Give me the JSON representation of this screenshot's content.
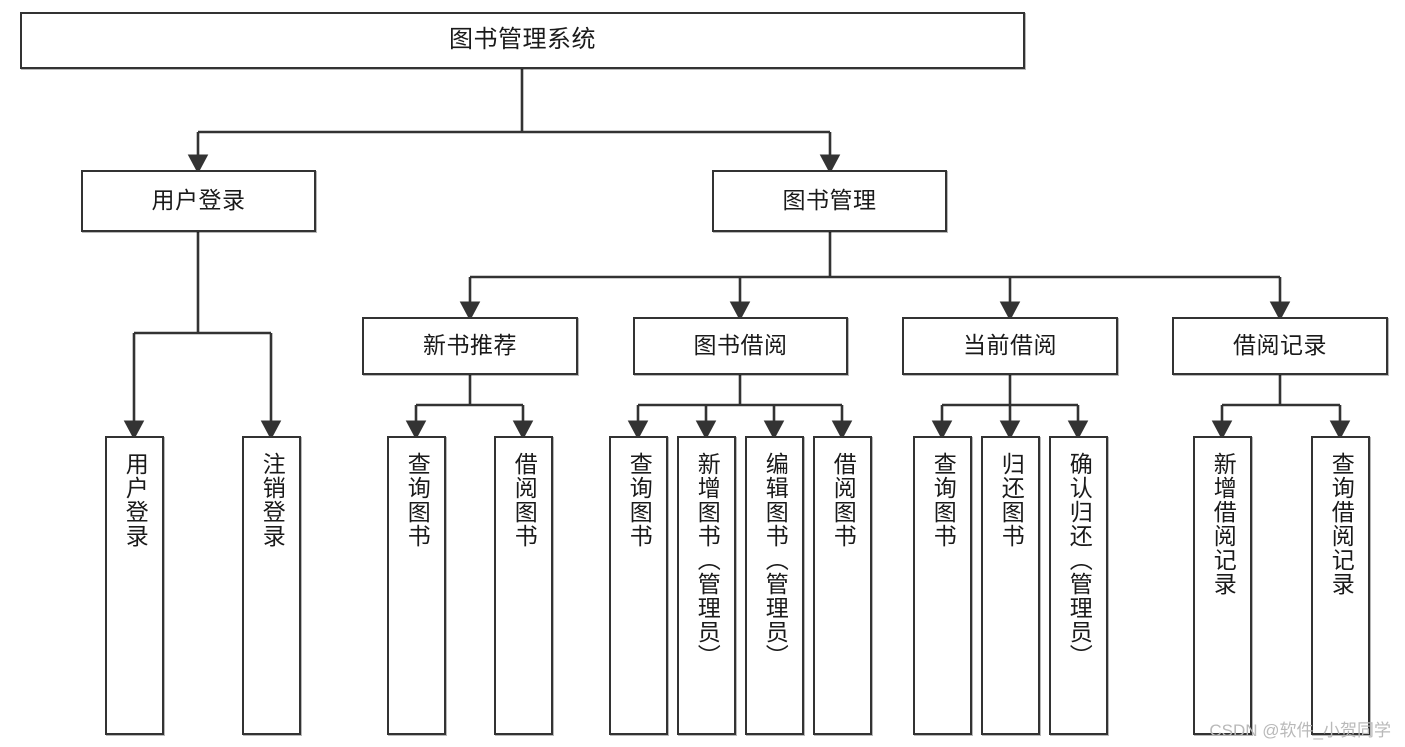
{
  "diagram": {
    "type": "tree-hierarchy",
    "title": "图书管理系统",
    "orientation": "top-down",
    "colors": {
      "node_border": "#333333",
      "node_fill": "#ffffff",
      "edge": "#333333",
      "text": "#1a1a1a",
      "watermark": "#b9b9b9",
      "background": "#ffffff"
    },
    "nodes": {
      "root": {
        "label": "图书管理系统"
      },
      "level2": [
        {
          "id": "user-login",
          "label": "用户登录"
        },
        {
          "id": "book-manage",
          "label": "图书管理"
        }
      ],
      "level3": [
        {
          "id": "new-book-recommend",
          "label": "新书推荐"
        },
        {
          "id": "book-borrow",
          "label": "图书借阅"
        },
        {
          "id": "current-borrow",
          "label": "当前借阅"
        },
        {
          "id": "borrow-record",
          "label": "借阅记录"
        }
      ],
      "leaves": {
        "user_login": [
          {
            "id": "leaf-user-login",
            "label": "用户登录"
          },
          {
            "id": "leaf-user-logout",
            "label": "注销登录"
          }
        ],
        "new_book_recommend": [
          {
            "id": "leaf-query-book-1",
            "label": "查询图书"
          },
          {
            "id": "leaf-borrow-book-1",
            "label": "借阅图书"
          }
        ],
        "book_borrow": [
          {
            "id": "leaf-query-book-2",
            "label": "查询图书"
          },
          {
            "id": "leaf-add-book",
            "label": "新增图书（管理员）"
          },
          {
            "id": "leaf-edit-book",
            "label": "编辑图书（管理员）"
          },
          {
            "id": "leaf-borrow-book-2",
            "label": "借阅图书"
          }
        ],
        "current_borrow": [
          {
            "id": "leaf-query-book-3",
            "label": "查询图书"
          },
          {
            "id": "leaf-return-book",
            "label": "归还图书"
          },
          {
            "id": "leaf-confirm-return",
            "label": "确认归还（管理员）"
          }
        ],
        "borrow_record": [
          {
            "id": "leaf-add-record",
            "label": "新增借阅记录"
          },
          {
            "id": "leaf-query-record",
            "label": "查询借阅记录"
          }
        ]
      }
    }
  },
  "watermark": {
    "text": "CSDN @软件_小贺同学"
  }
}
